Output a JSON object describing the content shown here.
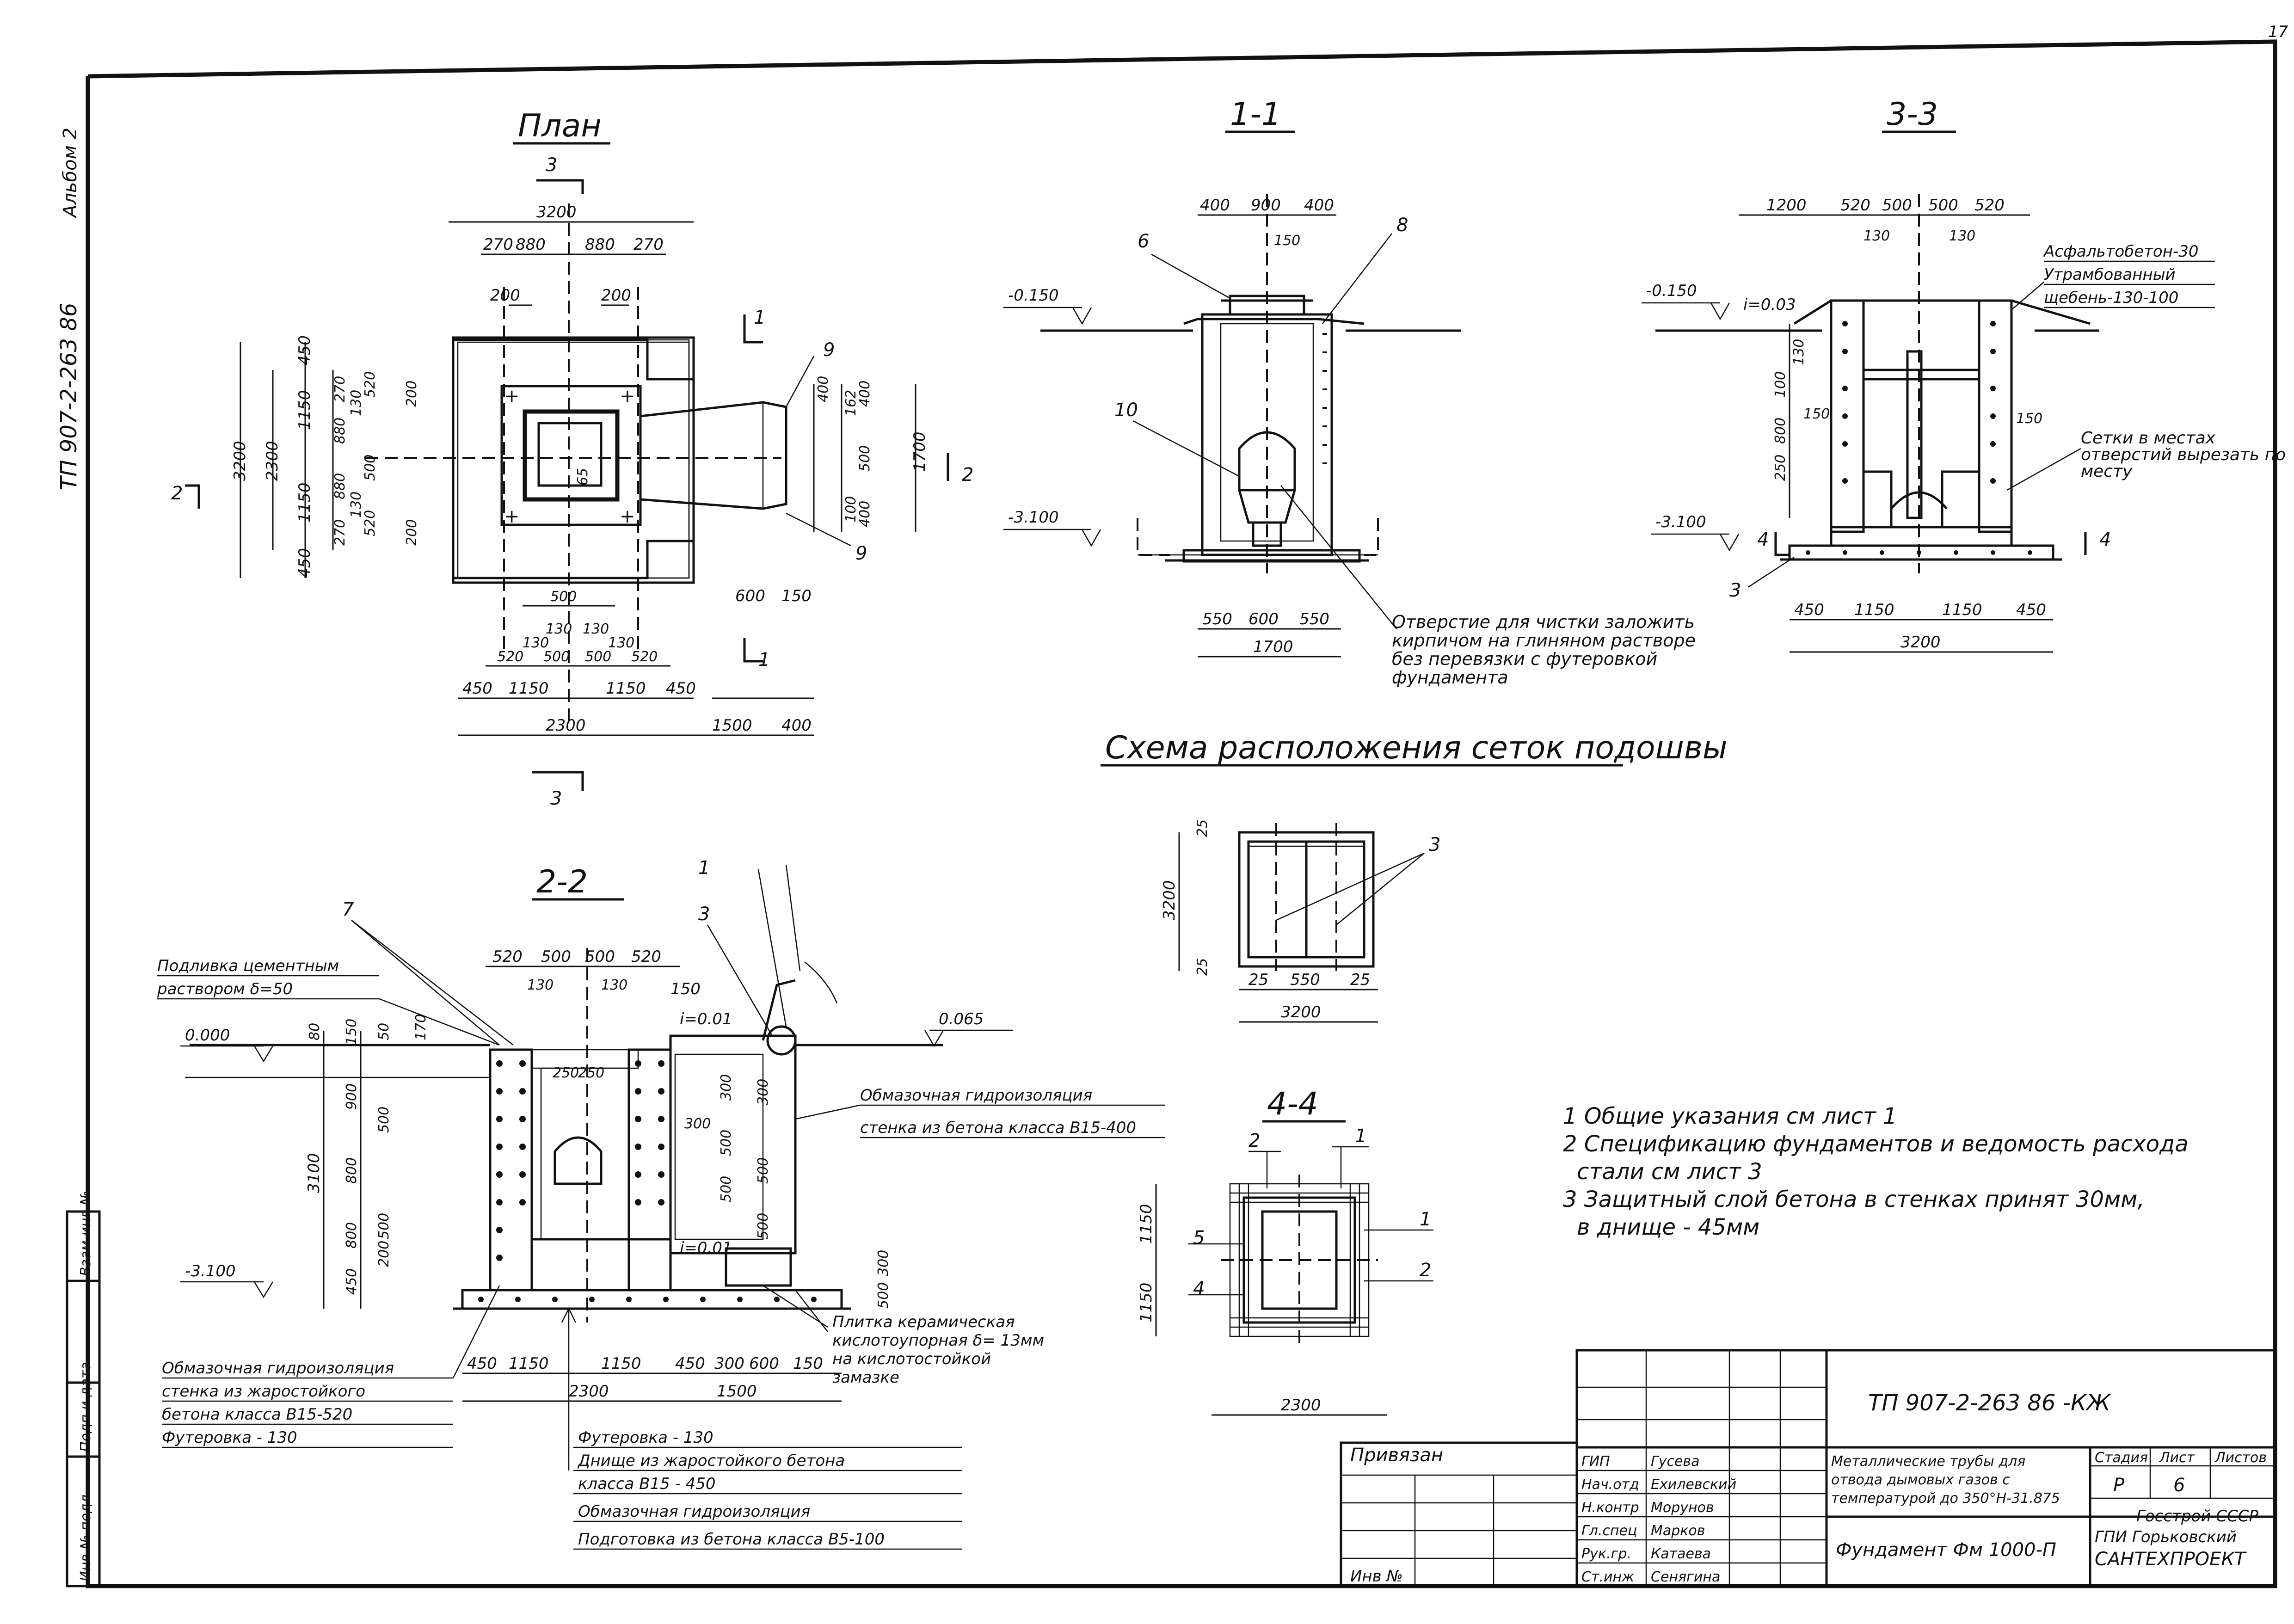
{
  "album_label": "Альбом 2",
  "side_code": "ТП 907-2-263 86",
  "corner_mark": "17",
  "plan": {
    "title": "План",
    "section_marks": [
      "3",
      "1",
      "2",
      "9",
      "9"
    ],
    "dims": [
      "3200",
      "270",
      "880",
      "880",
      "270",
      "200",
      "200",
      "3200",
      "2300",
      "450",
      "1150",
      "1150",
      "450",
      "270",
      "880",
      "130",
      "520",
      "200",
      "880",
      "500",
      "130",
      "520",
      "270",
      "200",
      "65",
      "400",
      "162",
      "400",
      "500",
      "400",
      "100",
      "1700",
      "500",
      "130",
      "130",
      "520",
      "500",
      "500",
      "520",
      "130",
      "130",
      "600",
      "150",
      "450",
      "1150",
      "1150",
      "450",
      "2300",
      "1500",
      "400"
    ]
  },
  "section_1_1": {
    "title": "1-1",
    "callouts": [
      "6",
      "8",
      "10"
    ],
    "elevation_top": "-0.150",
    "elevation_bottom": "-3.100",
    "dims_top": [
      "400",
      "900",
      "400",
      "150"
    ],
    "dims_bottom": [
      "550",
      "600",
      "550",
      "1700"
    ],
    "hole_note": "Отверстие для чистки заложить кирпичом на глиняном растворе без перевязки с футеровкой фундамента"
  },
  "section_3_3": {
    "title": "3-3",
    "elevation_top": "-0.150",
    "elevation_bottom": "-3.100",
    "slope": "i=0.03",
    "dims_top": [
      "1200",
      "520",
      "500",
      "500",
      "520",
      "130",
      "130"
    ],
    "dims_left": [
      "130",
      "100",
      "800",
      "150",
      "250"
    ],
    "dims_right": [
      "150"
    ],
    "dims_bottom": [
      "450",
      "1150",
      "1150",
      "450",
      "3200"
    ],
    "asphalt_label": "Асфальтобетон-30",
    "gravel_label_1": "Утрамбованный",
    "gravel_label_2": "щебень-130-100",
    "mesh_note": "Сетки в местах отверстий вырезать по месту",
    "section_4_4_mark": "4",
    "callout_3": "3"
  },
  "mesh_scheme": {
    "title": "Схема расположения сеток подошвы",
    "dims": [
      "25",
      "3200",
      "25",
      "25",
      "550",
      "25",
      "3200"
    ],
    "callout": "3"
  },
  "section_2_2": {
    "title": "2-2",
    "callouts": [
      "7",
      "1",
      "3"
    ],
    "grout_label_1": "Подливка цементным",
    "grout_label_2": "раствором δ=50",
    "elev_000": "0.000",
    "elev_065": "0.065",
    "elev_bottom": "-3.100",
    "slope_1": "i=0.01",
    "slope_2": "i=0.01",
    "dims_top": [
      "520",
      "500",
      "500",
      "520",
      "130",
      "130",
      "150"
    ],
    "dims_left": [
      "80",
      "150",
      "50",
      "170",
      "900",
      "500",
      "3100",
      "800",
      "800",
      "500",
      "200",
      "450"
    ],
    "dims_inner": [
      "250",
      "250",
      "300",
      "300",
      "500",
      "500",
      "500",
      "300",
      "500"
    ],
    "dims_bottom": [
      "450",
      "1150",
      "1150",
      "450",
      "300",
      "600",
      "150",
      "2300",
      "1500"
    ],
    "dims_right": [
      "300",
      "500"
    ],
    "waterproof_note": "Обмазочная гидроизоляция",
    "wall_note": "стенка из бетона класса В15-400",
    "tile_note_1": "Плитка керамическая",
    "tile_note_2": "кислотоупорная δ= 13мм",
    "tile_note_3": "на кислотостойкой",
    "tile_note_4": "замазке"
  },
  "left_legend": [
    "Обмазочная гидроизоляция",
    "стенка из жаростойкого",
    "бетона класса В15-520",
    "Футеровка -           130"
  ],
  "bottom_legend": [
    "Футеровка -           130",
    "Днище из жаростойкого бетона",
    "класса В15 -          450",
    "Обмазочная гидроизоляция",
    "Подготовка из бетона класса В5-100"
  ],
  "section_4_4": {
    "title": "4-4",
    "marks": [
      "2",
      "1",
      "1",
      "2",
      "5",
      "4"
    ],
    "dims": [
      "1150",
      "1150",
      "2300"
    ]
  },
  "notes": [
    "1 Общие указания см лист 1",
    "2 Спецификацию фундаментов и ведомость расхода",
    "стали см лист 3",
    "3 Защитный слой бетона в стенках принят 30мм,",
    "в днище - 45мм"
  ],
  "title_block": {
    "doc_code": "ТП 907-2-263 86  -КЖ",
    "bound_label": "Привязан",
    "inv_label": "Инв №",
    "roles": [
      "ГИП",
      "Нач.отд",
      "Н.контр",
      "Гл.спец",
      "Рук.гр.",
      "Ст.инж"
    ],
    "names": [
      "Гусева",
      "Ехилевский",
      "Морунов",
      "Марков",
      "Катаева",
      "Сенягина"
    ],
    "project_desc_1": "Металлические трубы для",
    "project_desc_2": "отвода дымовых газов с",
    "project_desc_3": "температурой до 350°Н-31.875",
    "sheet_name": "Фундамент Фм 1000-П",
    "stage_label": "Стадия",
    "sheet_label": "Лист",
    "sheets_label": "Листов",
    "stage": "Р",
    "sheet": "6",
    "org_1": "Госстрой СССР",
    "org_2": "ГПИ Горьковский",
    "org_3": "САНТЕХПРОЕКТ"
  },
  "side_stamp": [
    "Инв № подл",
    "Подп и дата",
    "Взам инв №"
  ]
}
